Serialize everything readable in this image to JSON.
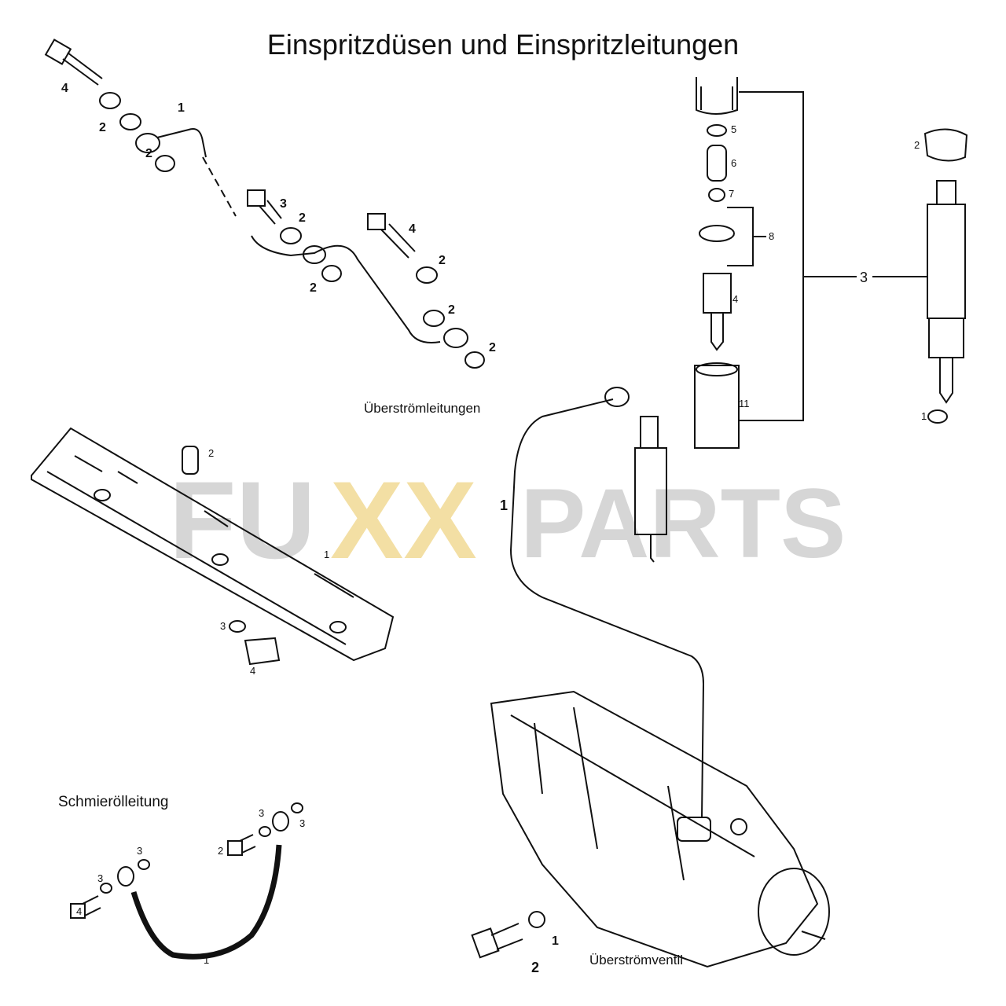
{
  "title": "Einspritzdüsen und Einspritzleitungen",
  "watermark": {
    "prefix": "FU",
    "xx": "XX",
    "suffix": "PARTS",
    "accent": "#f3dfa4"
  },
  "sections": {
    "overflow_lines": "Überströmleitungen",
    "lube_line": "Schmierölleitung",
    "overflow_valve": "Überströmventil"
  },
  "callouts": {
    "injection_lines": [
      "4",
      "1",
      "2",
      "2",
      "3",
      "2",
      "4",
      "2",
      "2",
      "2",
      "2"
    ],
    "nozzle": [
      "5",
      "6",
      "7",
      "8",
      "4",
      "11",
      "3",
      "2",
      "1"
    ],
    "overflow": [
      "1",
      "2",
      "1",
      "3",
      "4"
    ],
    "lube": [
      "3",
      "3",
      "2",
      "3",
      "3",
      "4",
      "1"
    ],
    "valve": [
      "1",
      "2"
    ]
  }
}
